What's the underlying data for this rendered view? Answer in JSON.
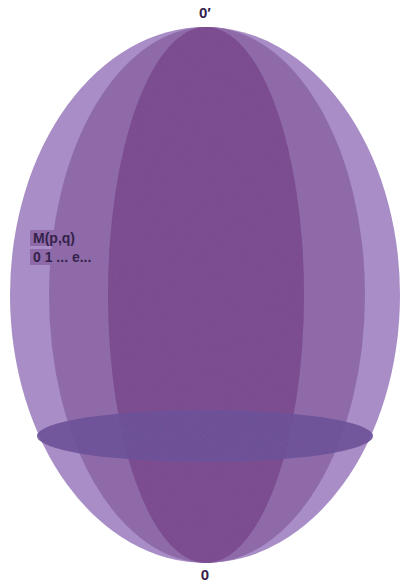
{
  "diagram": {
    "labels": [
      "0′",
      "M(p,q)",
      "0 1 ... e...",
      "0"
    ]
  }
}
